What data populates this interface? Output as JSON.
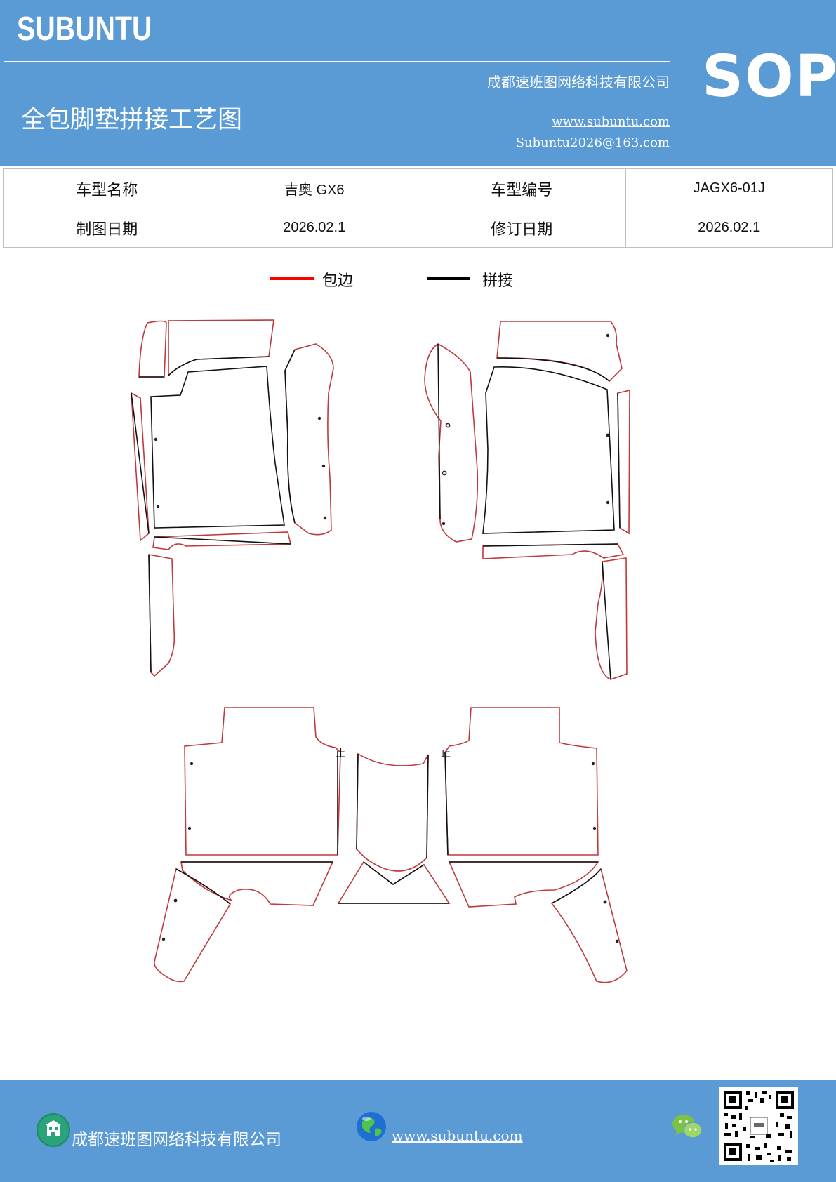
{
  "header": {
    "brand": "SUBUNTU",
    "company": "成都速班图网络科技有限公司",
    "title": "全包脚垫拼接工艺图",
    "website": "www.subuntu.com",
    "email": "Subuntu2026@163.com",
    "badge": "SOP",
    "background_color": "#5b9bd5"
  },
  "info_table": {
    "row1": {
      "label1": "车型名称",
      "value1": "吉奥 GX6",
      "label2": "车型编号",
      "value2": "JAGX6-01J"
    },
    "row2": {
      "label1": "制图日期",
      "value1": "2026.02.1",
      "label2": "修订日期",
      "value2": "2026.02.1"
    }
  },
  "legend": {
    "items": [
      {
        "label": "包边",
        "color": "#ff0000"
      },
      {
        "label": "拼接",
        "color": "#000000"
      }
    ]
  },
  "drawing": {
    "markers": [
      "止",
      "止"
    ],
    "edge_color": "#c0393b",
    "seam_color": "#111111"
  },
  "footer": {
    "company": "成都速班图网络科技有限公司",
    "website": "www.subuntu.com",
    "icons": [
      "building-icon",
      "globe-icon",
      "wechat-icon",
      "qr-code"
    ]
  }
}
